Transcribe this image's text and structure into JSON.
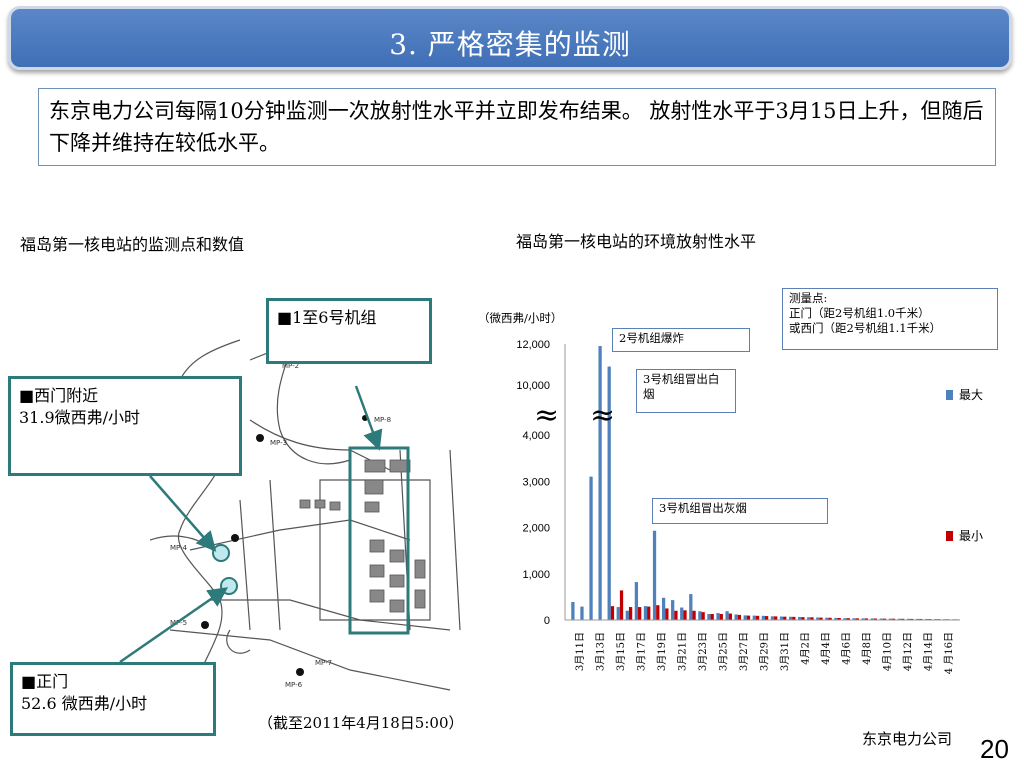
{
  "title": "3. 严格密集的监测",
  "summary": "东京电力公司每隔10分钟监测一次放射性水平并立即发布结果。 放射性水平于3月15日上升，但随后下降并维持在较低水平。",
  "left_section": {
    "label": "福岛第一核电站的监测点和数值",
    "map_labels": [
      "MP-2",
      "MP-3",
      "MP-4",
      "MP-5",
      "MP-6",
      "MP-7",
      "MP-8"
    ],
    "callouts": {
      "units": "■1至6号机组",
      "west_gate_name": "■西门附近",
      "west_gate_value": "31.9微西弗/小时",
      "main_gate_name": "■正门",
      "main_gate_value": "52.6 微西弗/小时"
    },
    "as_of": "（截至2011年4月18日5:00）"
  },
  "right_section": {
    "label": "福岛第一核电站的环境放射性水平",
    "unit": "（微西弗/小时）",
    "measure_box": [
      "测量点:",
      "正门（距2号机组1.0千米）",
      "或西门（距2号机组1.1千米）"
    ],
    "annotations": {
      "explosion": "2号机组爆炸",
      "white_smoke": "3号机组冒出白烟",
      "gray_smoke": "3号机组冒出灰烟"
    },
    "legend": {
      "max": "最大",
      "min": "最小"
    },
    "break_symbol": "≈"
  },
  "chart_data": {
    "type": "bar",
    "colors": {
      "max": "#4f81bd",
      "min": "#c00000"
    },
    "y_ticks_lower": [
      "0",
      "1,000",
      "2,000",
      "3,000",
      "4,000"
    ],
    "y_ticks_upper": [
      "10,000",
      "12,000"
    ],
    "x_tick_labels": [
      "3月11日",
      "3月13日",
      "3月15日",
      "3月17日",
      "3月19日",
      "3月21日",
      "3月23日",
      "3月25日",
      "3月27日",
      "3月29日",
      "3月31日",
      "4月2日",
      "4月4日",
      "4月6日",
      "4月8日",
      "4月10日",
      "4月12日",
      "4月14日",
      "4 月16日"
    ],
    "series": [
      {
        "name": "最大",
        "values": [
          390,
          290,
          3100,
          11900,
          10900,
          280,
          200,
          820,
          300,
          1930,
          480,
          430,
          270,
          560,
          190,
          130,
          150,
          190,
          120,
          100,
          95,
          90,
          80,
          75,
          70,
          65,
          60,
          55,
          50,
          45,
          40,
          38,
          36,
          34,
          32,
          30,
          28,
          26,
          24,
          22,
          20,
          18,
          16
        ]
      },
      {
        "name": "最小",
        "values": [
          0,
          0,
          0,
          0,
          300,
          640,
          280,
          280,
          290,
          320,
          250,
          200,
          210,
          200,
          170,
          130,
          130,
          140,
          110,
          95,
          90,
          85,
          78,
          72,
          68,
          62,
          58,
          52,
          48,
          44,
          40,
          36,
          34,
          32,
          30,
          28,
          26,
          24,
          22,
          20,
          18,
          16,
          14
        ]
      }
    ]
  },
  "footer": {
    "company": "东京电力公司",
    "page": "20"
  }
}
